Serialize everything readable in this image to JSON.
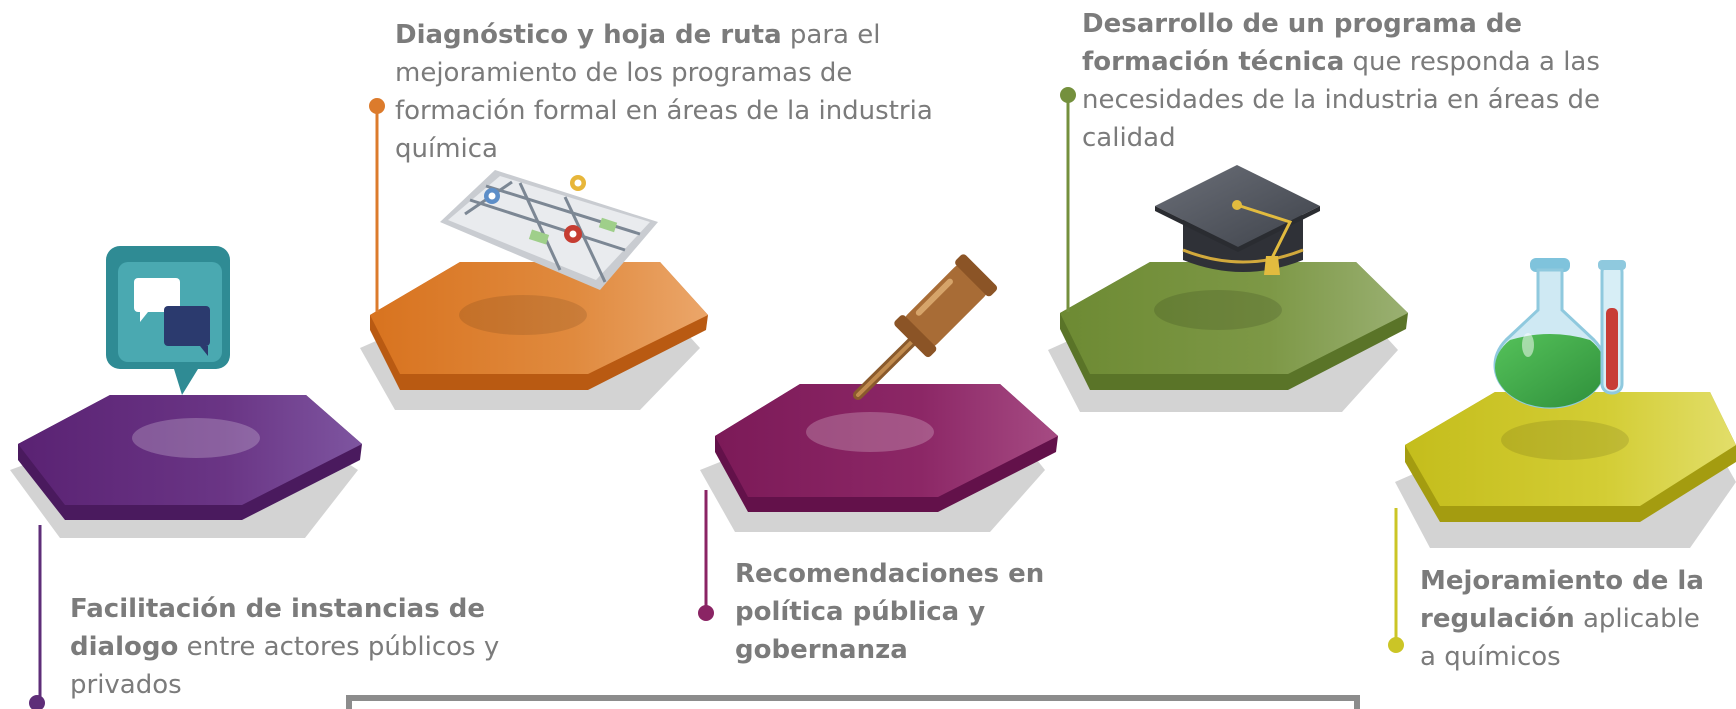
{
  "colors": {
    "purple": "#5e2d78",
    "orange": "#dc7b2c",
    "magenta": "#8a2464",
    "olive": "#74903d",
    "yellow": "#cbc526",
    "shadow": "#d3d3d3",
    "text": "#7b7b7b",
    "frame": "#8c8c8c"
  },
  "items": [
    {
      "bold": "Facilitación de instancias de dialogo",
      "rest": " entre actores públicos y privados",
      "icon": "speech-bubbles-icon"
    },
    {
      "bold": "Diagnóstico y hoja de ruta",
      "rest": " para el mejoramiento de los programas de formación formal en áreas de la industria química",
      "icon": "map-icon"
    },
    {
      "bold": "Recomendaciones en política pública y gobernanza",
      "rest": "",
      "icon": "gavel-icon"
    },
    {
      "bold": "Desarrollo de un programa de formación técnica",
      "rest": " que responda a las necesidades de la industria en áreas de calidad",
      "icon": "graduation-cap-icon"
    },
    {
      "bold": "Mejoramiento de la regulación",
      "rest": " aplicable a químicos",
      "icon": "flask-icon"
    }
  ]
}
